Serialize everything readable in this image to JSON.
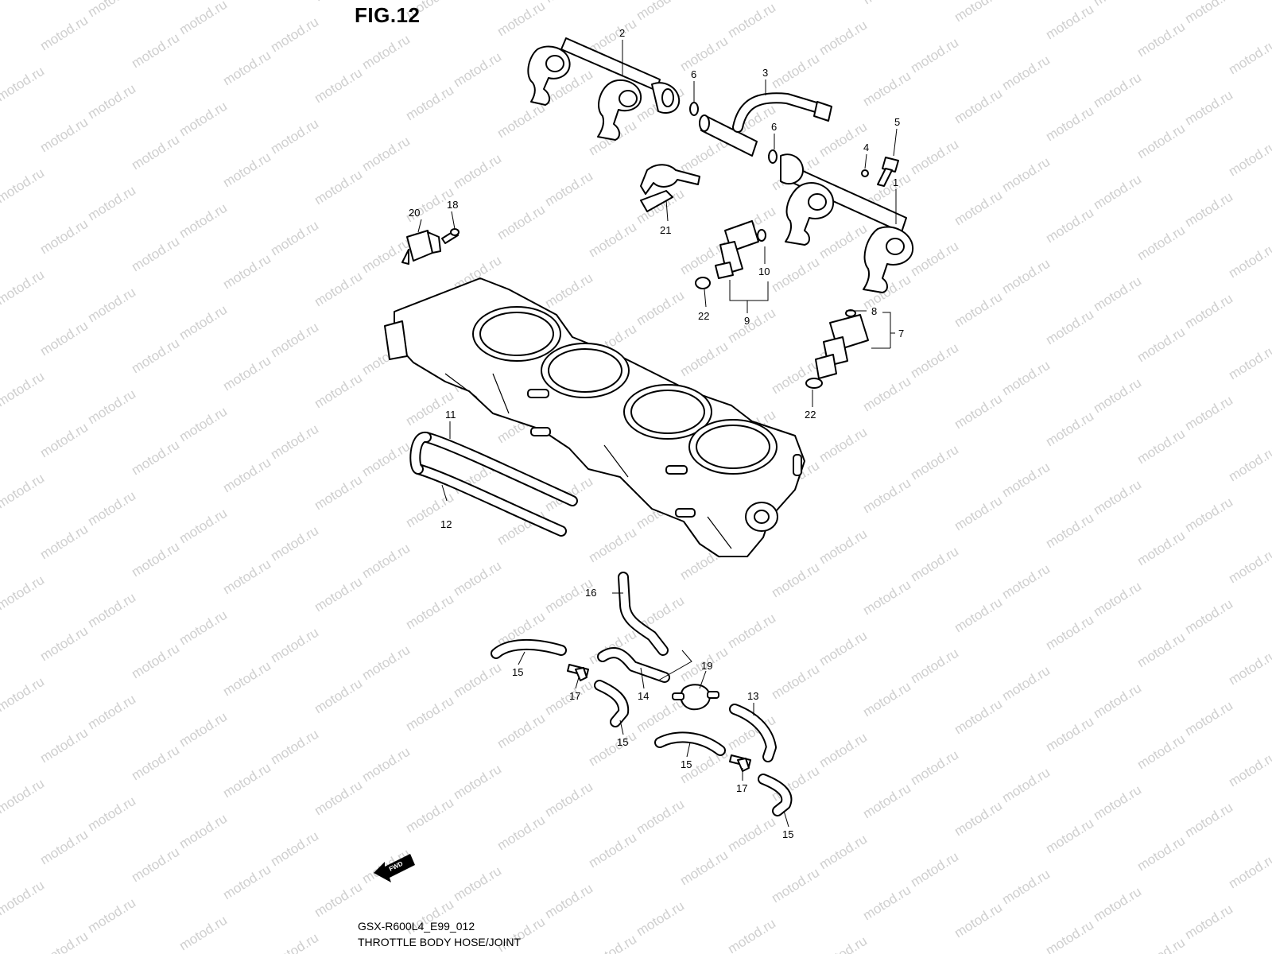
{
  "figure": {
    "title": "FIG.12",
    "code": "GSX-R600L4_E99_012",
    "name": "THROTTLE BODY HOSE/JOINT",
    "fwd_text": "FWD"
  },
  "watermark": {
    "text": "motod.ru",
    "color": "#cfcfcf"
  },
  "callouts": [
    "1",
    "2",
    "3",
    "4",
    "5",
    "6",
    "7",
    "8",
    "9",
    "10",
    "11",
    "12",
    "13",
    "14",
    "15",
    "16",
    "17",
    "18",
    "19",
    "20",
    "21",
    "22"
  ]
}
